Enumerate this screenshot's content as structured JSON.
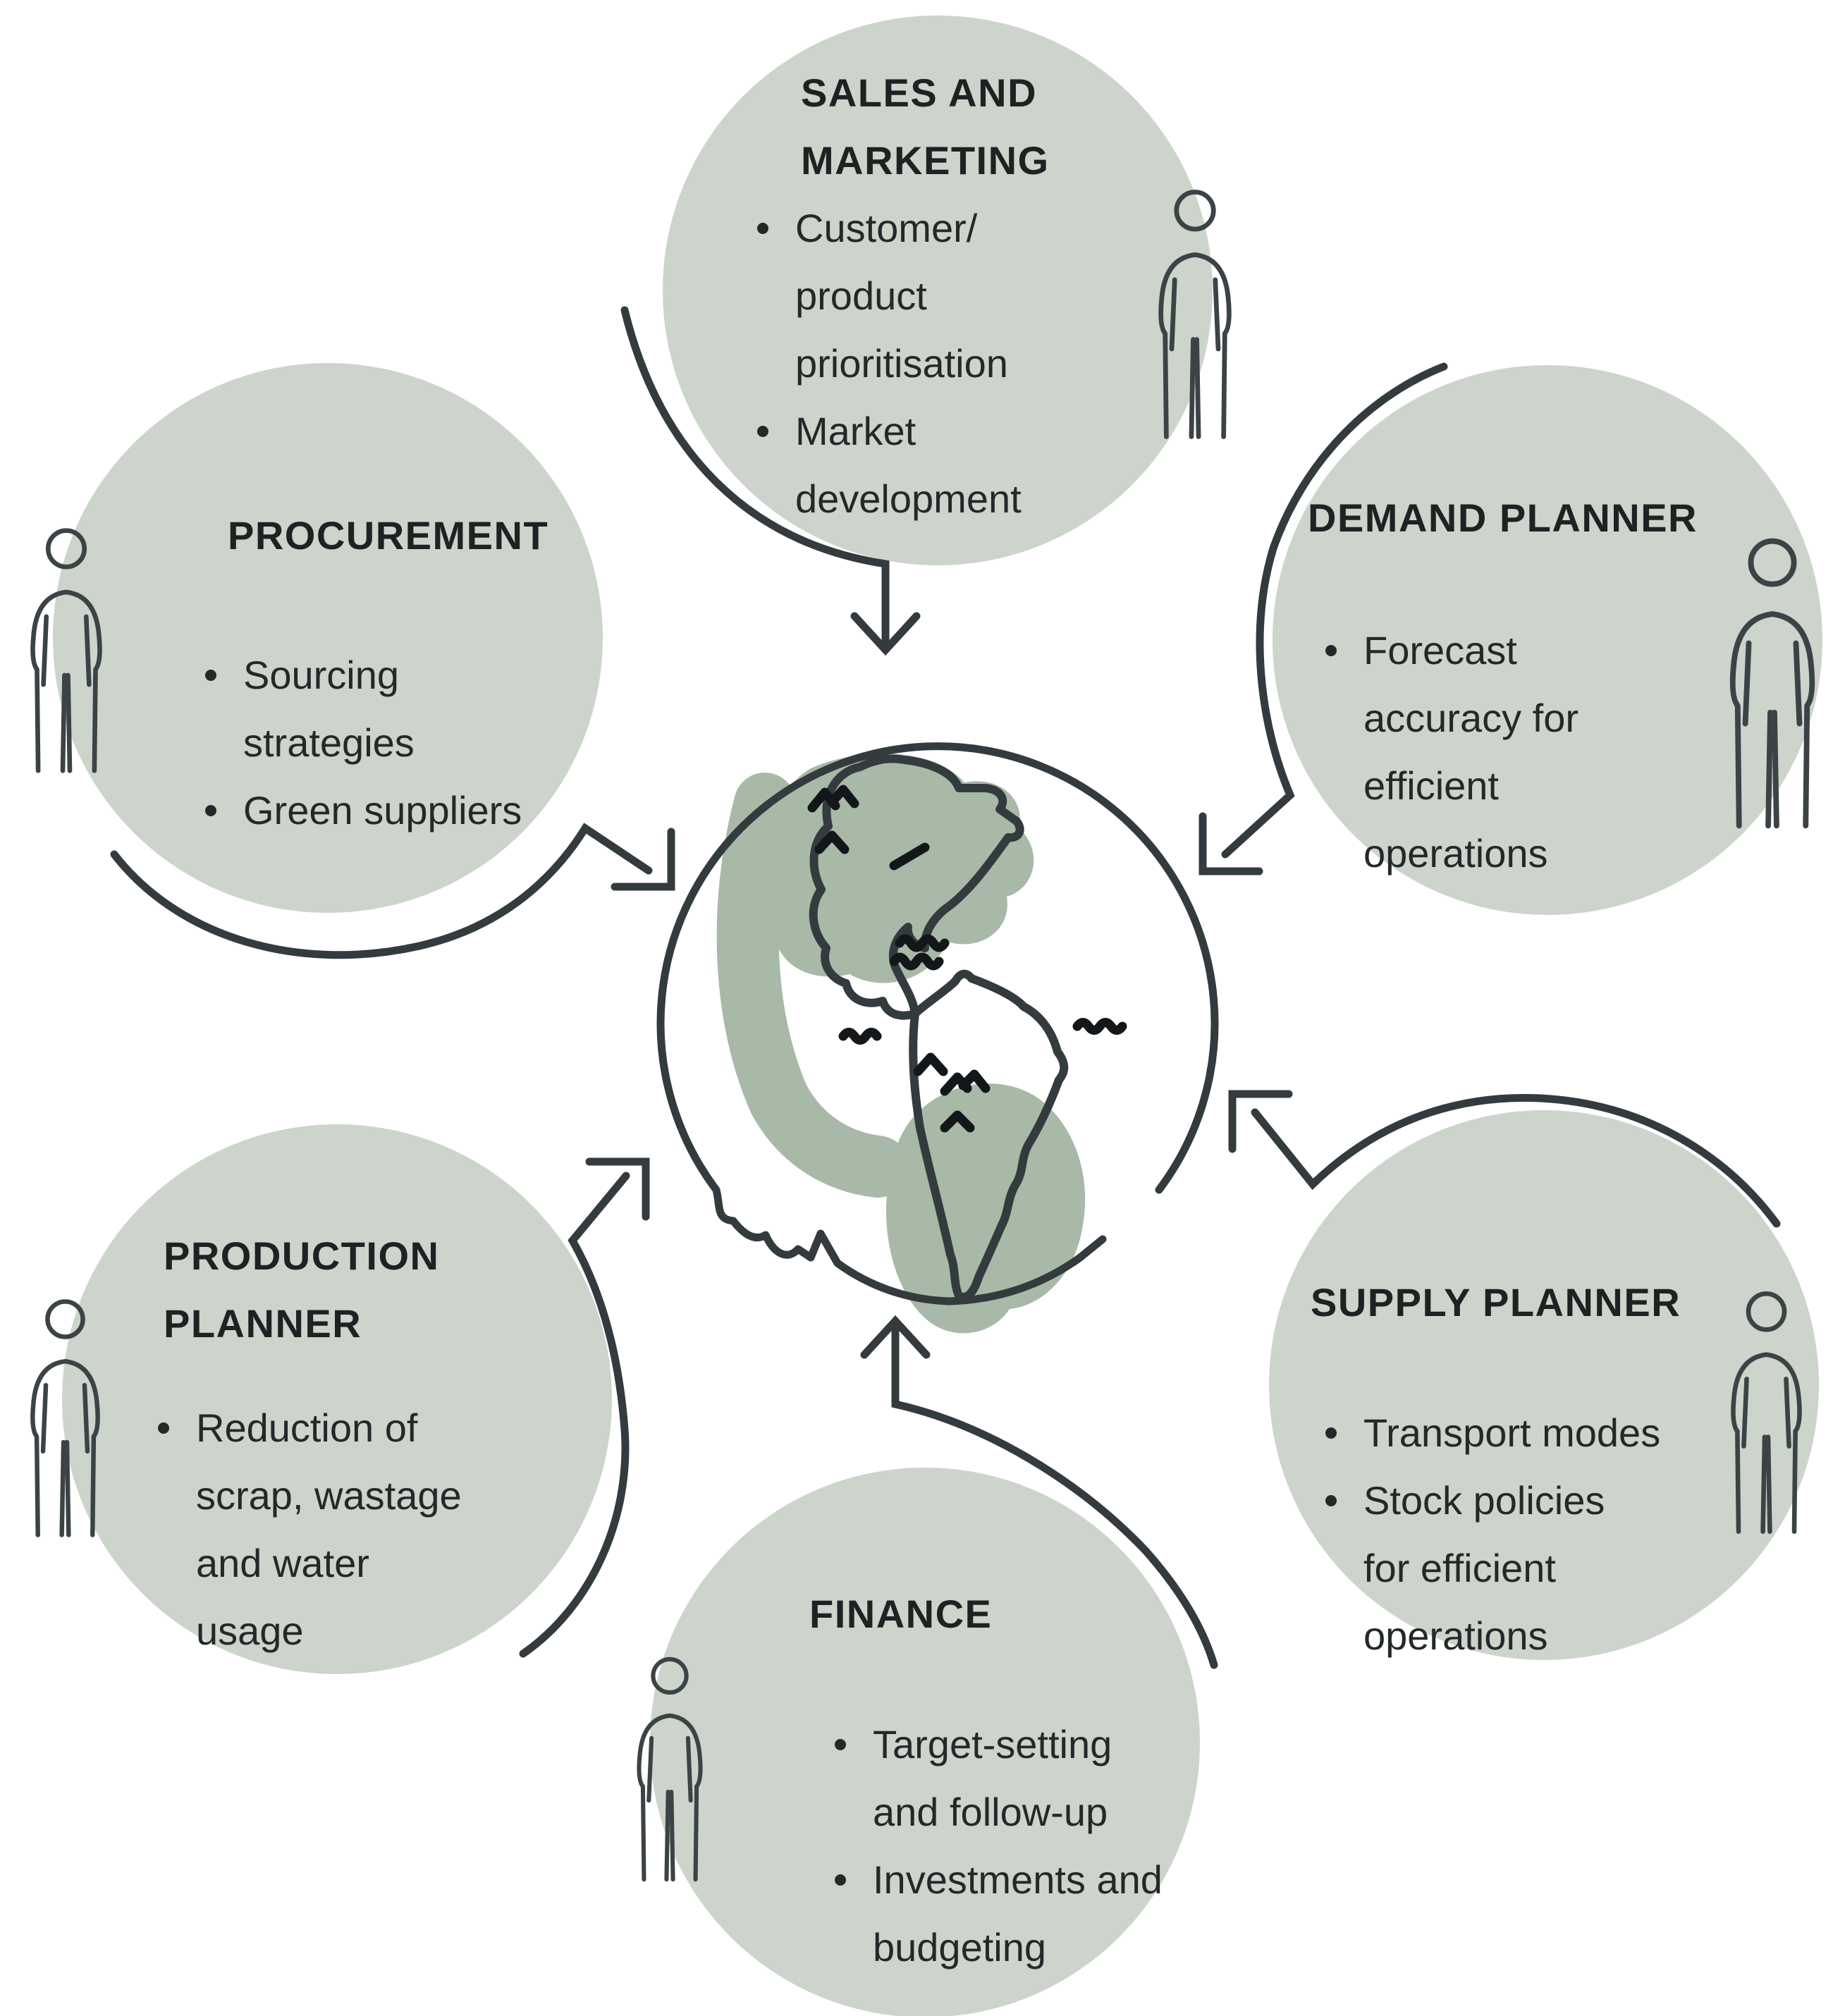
{
  "diagram": {
    "type": "hub-and-spoke",
    "center_icon": "globe-americas-icon",
    "colors": {
      "bubble_fill": "#ccd4cb",
      "land_fill": "#a9b9a8",
      "line_ink": "#343b3e",
      "detail_ink": "#141719",
      "text": "#232829"
    }
  },
  "circles": [
    {
      "key": "sales-marketing",
      "icon": "person-icon",
      "title_lines": [
        "SALES AND",
        "MARKETING"
      ],
      "bullets": [
        {
          "lines": [
            "Customer/",
            "product",
            "prioritisation"
          ]
        },
        {
          "lines": [
            "Market",
            "development"
          ]
        }
      ]
    },
    {
      "key": "procurement",
      "icon": "person-icon",
      "title_lines": [
        "PROCUREMENT"
      ],
      "bullets": [
        {
          "lines": [
            "Sourcing",
            "strategies"
          ]
        },
        {
          "lines": [
            "Green suppliers"
          ]
        }
      ]
    },
    {
      "key": "demand-planner",
      "icon": "person-icon",
      "title_lines": [
        "DEMAND PLANNER"
      ],
      "bullets": [
        {
          "lines": [
            "Forecast",
            "accuracy for",
            "efficient",
            "operations"
          ]
        }
      ]
    },
    {
      "key": "production-planner",
      "icon": "person-icon",
      "title_lines": [
        "PRODUCTION",
        "PLANNER"
      ],
      "bullets": [
        {
          "lines": [
            "Reduction of",
            "scrap, wastage",
            "and water",
            "usage"
          ]
        }
      ]
    },
    {
      "key": "supply-planner",
      "icon": "person-icon",
      "title_lines": [
        "SUPPLY PLANNER"
      ],
      "bullets": [
        {
          "lines": [
            "Transport modes"
          ]
        },
        {
          "lines": [
            "Stock policies",
            "for efficient",
            "operations"
          ]
        }
      ]
    },
    {
      "key": "finance",
      "icon": "person-icon",
      "title_lines": [
        "FINANCE"
      ],
      "bullets": [
        {
          "lines": [
            "Target-setting",
            "and follow-up"
          ]
        },
        {
          "lines": [
            "Investments and",
            "budgeting"
          ]
        }
      ]
    }
  ]
}
